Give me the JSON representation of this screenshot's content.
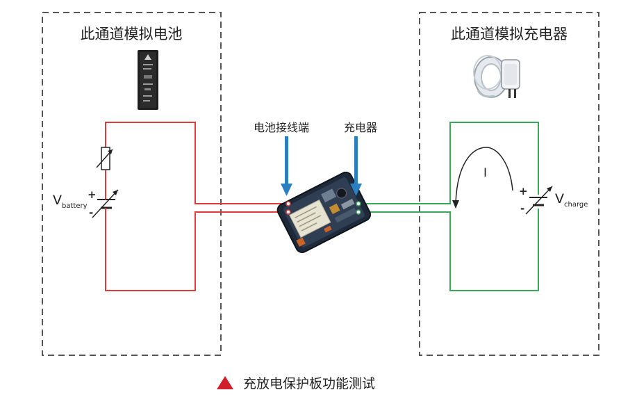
{
  "diagram": {
    "left_box": {
      "title": "此通道模拟电池"
    },
    "right_box": {
      "title": "此通道模拟充电器"
    },
    "battery_terminal_label": "电池接线端",
    "charger_label": "充电器",
    "battery_source": {
      "main": "V",
      "sub": "battery",
      "plus": "+",
      "minus": "-"
    },
    "charge_source": {
      "main": "V",
      "sub": "charge",
      "plus": "+",
      "minus": "-"
    },
    "current_label": "I",
    "caption": "充放电保护板功能测试"
  },
  "colors": {
    "battery_loop": "#e03a3a",
    "charger_loop": "#3aa85a",
    "arrow": "#2a7fc0",
    "caption_marker": "#d01f2a",
    "dashed_border": "#555555"
  }
}
